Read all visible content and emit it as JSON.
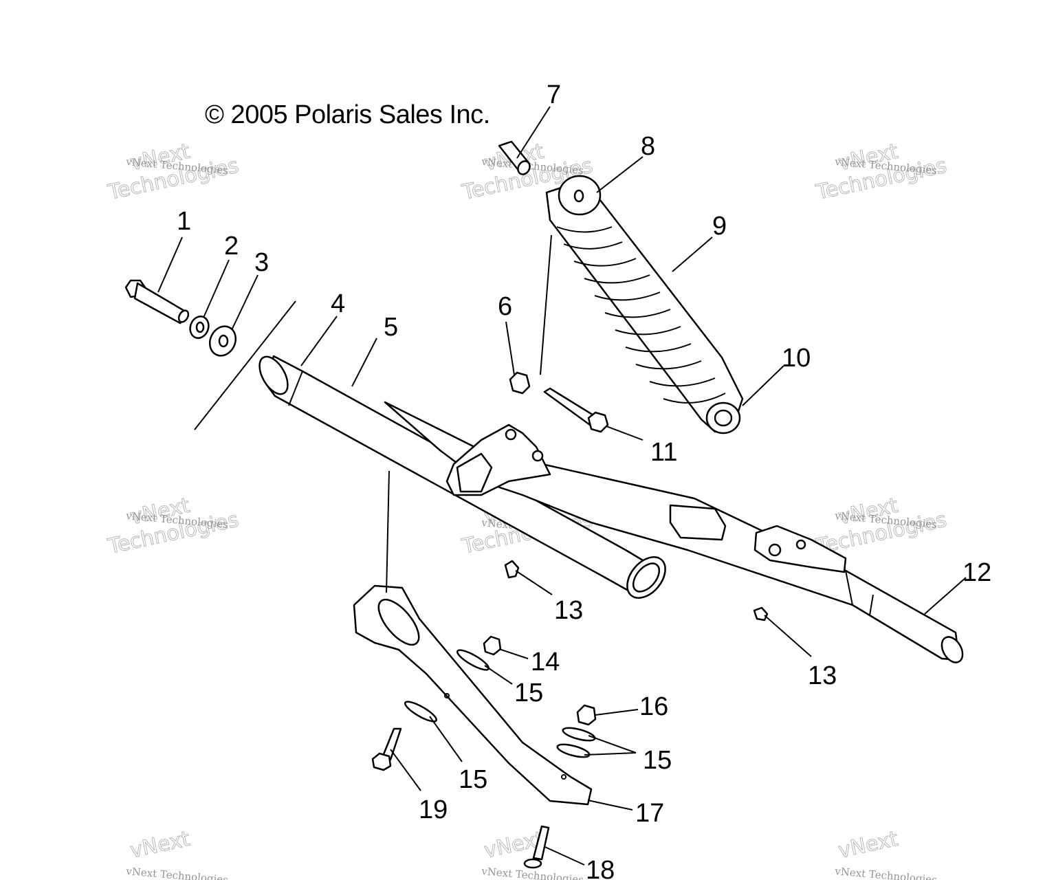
{
  "diagram": {
    "copyright": "© 2005 Polaris Sales Inc.",
    "watermark": {
      "line1": "vNext Technologies",
      "line2a": "vNext",
      "line2b": "Technologies"
    },
    "callouts": [
      "1",
      "2",
      "3",
      "4",
      "5",
      "6",
      "7",
      "8",
      "9",
      "10",
      "11",
      "12",
      "13",
      "13",
      "14",
      "15",
      "15",
      "15",
      "16",
      "17",
      "18",
      "19"
    ]
  }
}
